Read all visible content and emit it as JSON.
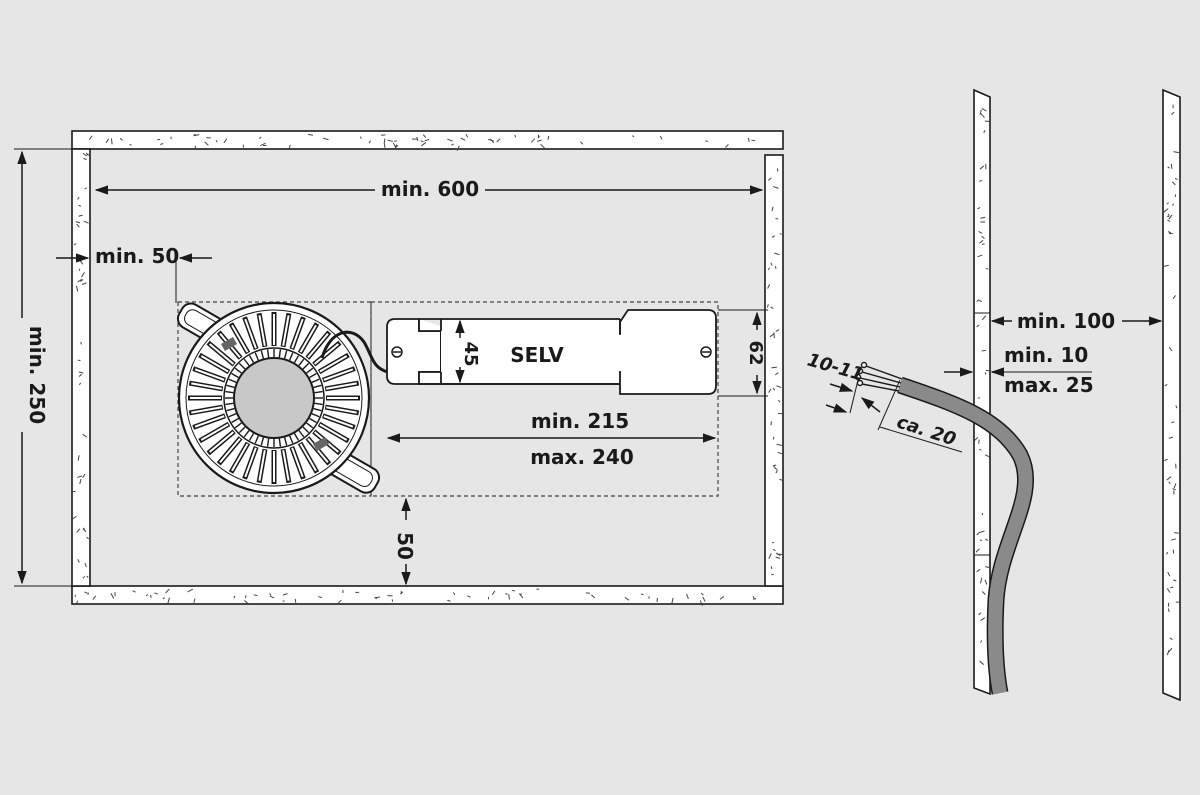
{
  "dimensions": {
    "width_min": "min. 600",
    "height_min": "min. 250",
    "side_clearance": "min. 50",
    "bottom_clearance": "50",
    "driver_length_min": "min. 215",
    "driver_length_max": "max. 240",
    "driver_height": "45",
    "driver_box_height": "62",
    "ceiling_gap_min": "min. 100",
    "panel_thickness_min": "min.  10",
    "panel_thickness_max": "max. 25",
    "strip_length": "10-11",
    "cable_strip": "ca. 20"
  },
  "labels": {
    "driver": "SELV"
  },
  "colors": {
    "background": "#e6e6e6",
    "wall": "#ffffff",
    "line": "#1a1a1a",
    "cable": "#8a8a8a"
  }
}
